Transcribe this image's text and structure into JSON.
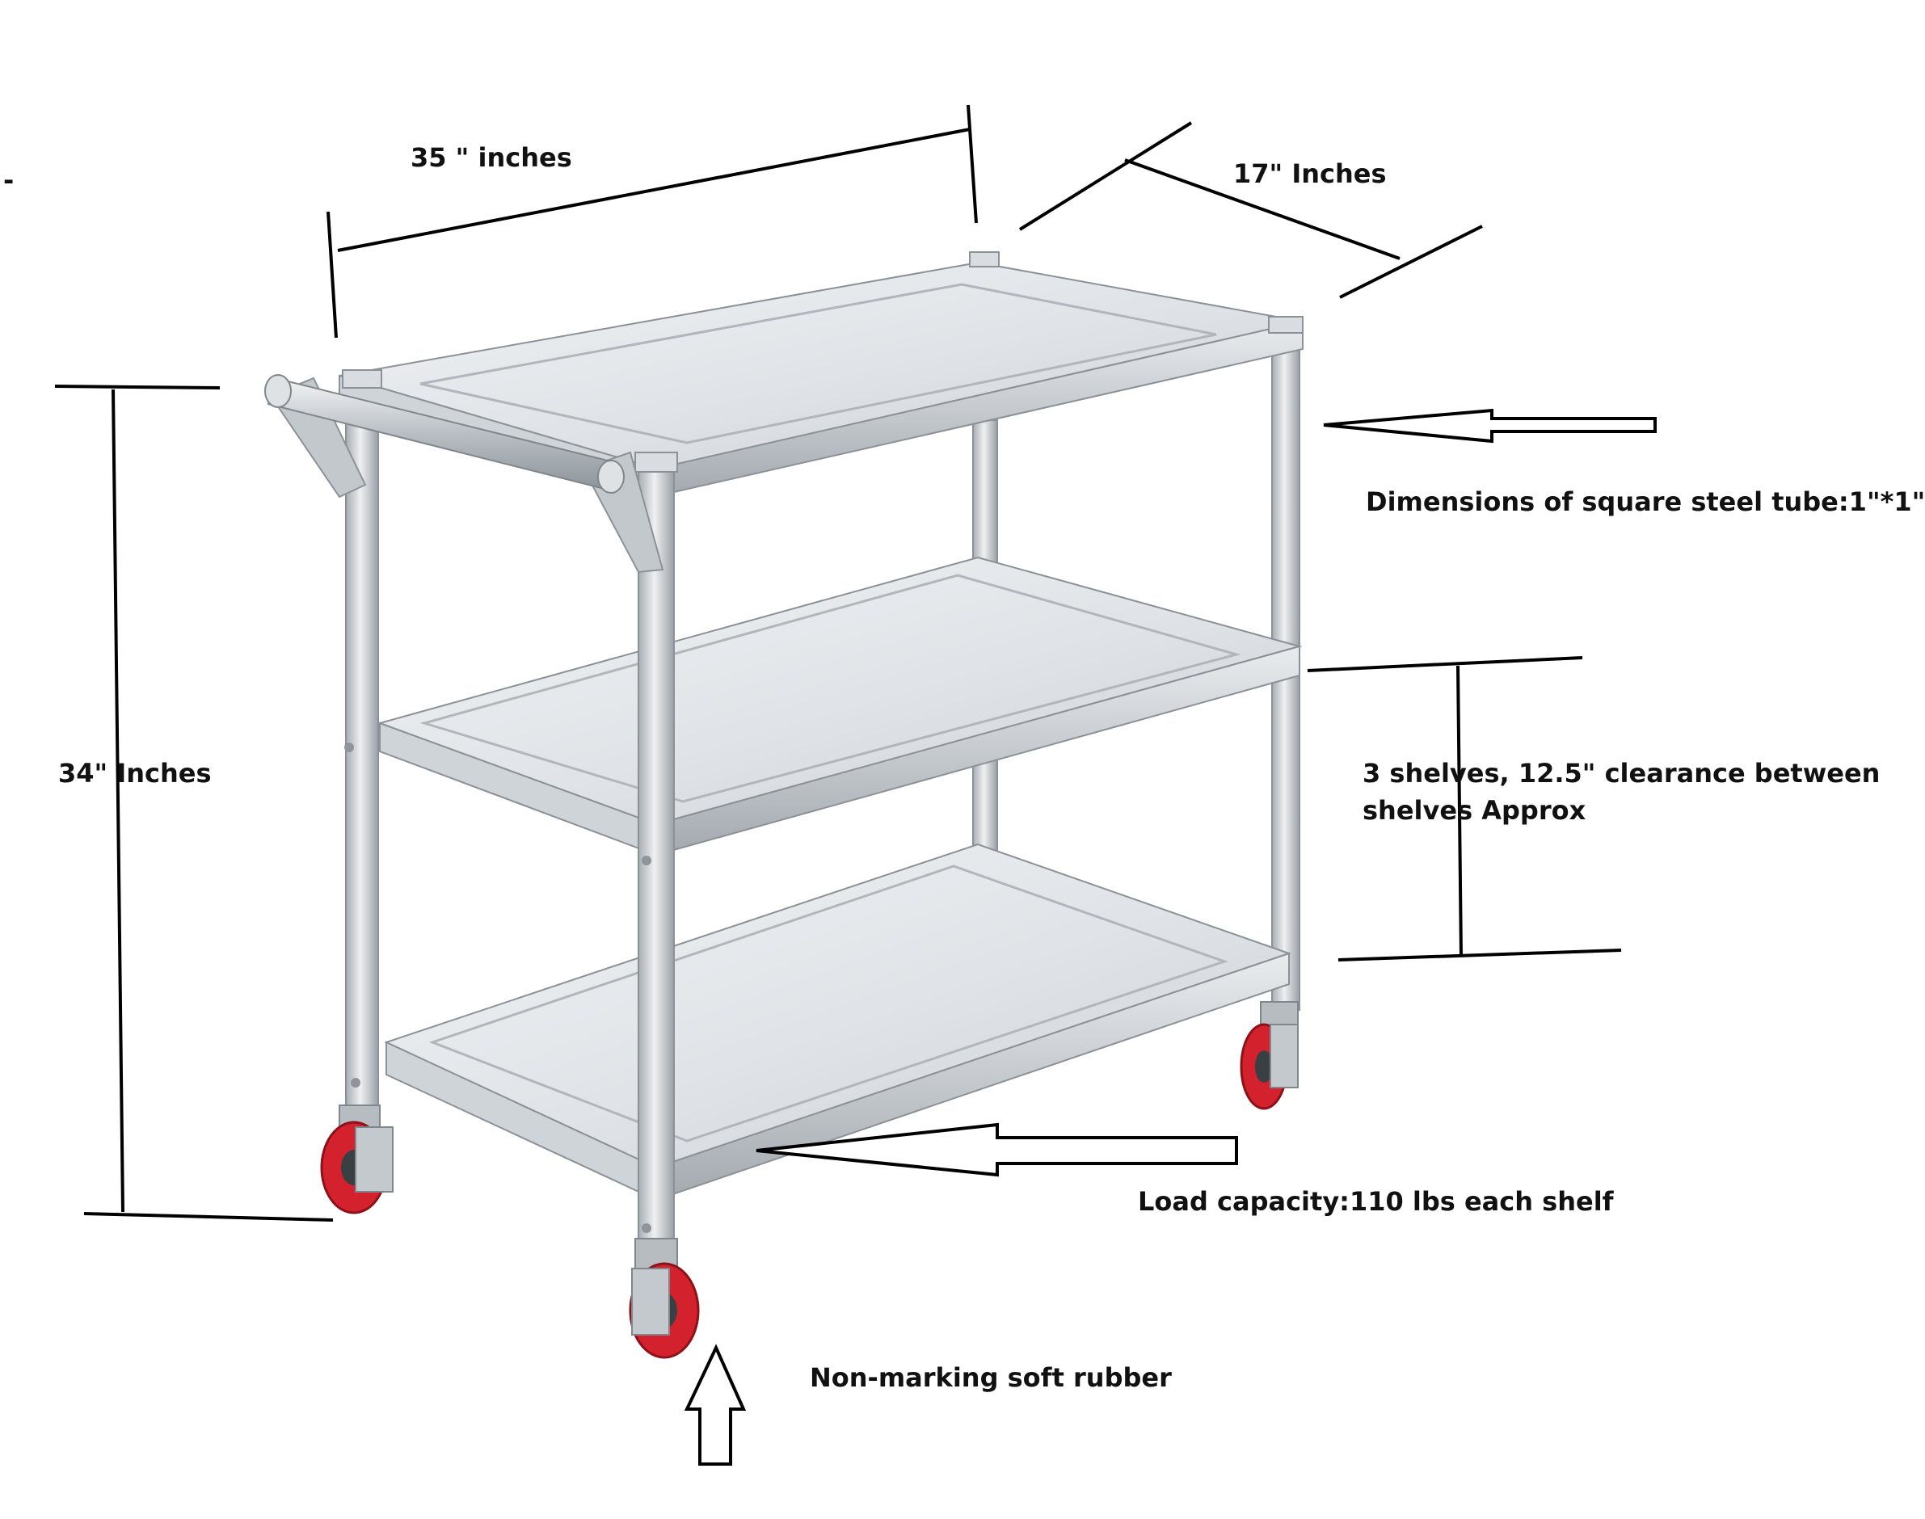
{
  "labels": {
    "stray_mark": "-",
    "width": "35 \" inches",
    "depth": "17\"  Inches",
    "height": "34\" Inches",
    "tube": "Dimensions of square steel tube:1\"*1\"",
    "shelves_line1": "3 shelves, 12.5\" clearance between",
    "shelves_line2": "shelves Approx",
    "load": "Load capacity:110 lbs each shelf",
    "rubber": "Non-marking soft rubber"
  },
  "colors": {
    "steel_light": "#e6e9ec",
    "steel_mid": "#c6cbd0",
    "steel_dark": "#9aa0a6",
    "wheel": "#d3222e",
    "line": "#000000"
  }
}
